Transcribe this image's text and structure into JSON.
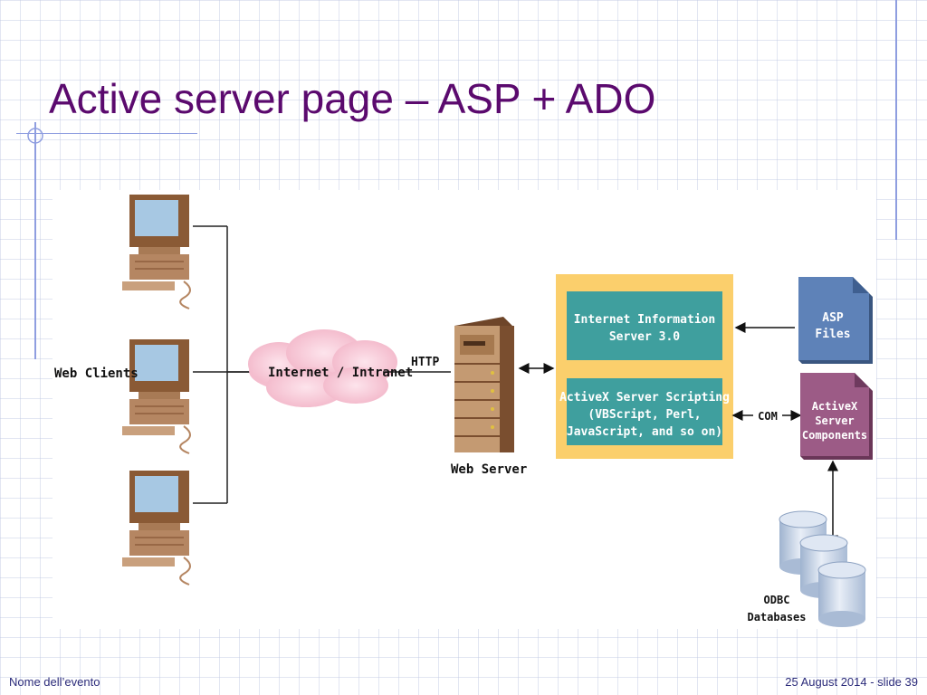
{
  "slide": {
    "title": "Active server page – ASP + ADO",
    "footer_left": "Nome dell’evento",
    "footer_right": "25 August 2014 - slide 39"
  },
  "diagram": {
    "web_clients_label": "Web Clients",
    "internet_label": "Internet / Intranet",
    "http_label": "HTTP",
    "web_server_label": "Web Server",
    "iis_line1": "Internet Information",
    "iis_line2": "Server 3.0",
    "scripting_line1": "ActiveX Server Scripting",
    "scripting_line2": "(VBScript, Perl,",
    "scripting_line3": "JavaScript, and so on)",
    "com_label": "COM",
    "asp_line1": "ASP",
    "asp_line2": "Files",
    "activex_line1": "ActiveX",
    "activex_line2": "Server",
    "activex_line3": "Components",
    "odbc_line1": "ODBC",
    "odbc_line2": "Databases"
  },
  "colors": {
    "title": "#5b0a6e",
    "container": "#fbcf6c",
    "teal_box": "#3f9f9e",
    "asp_file": "#5e82b8",
    "activex_file": "#9c5b86"
  }
}
